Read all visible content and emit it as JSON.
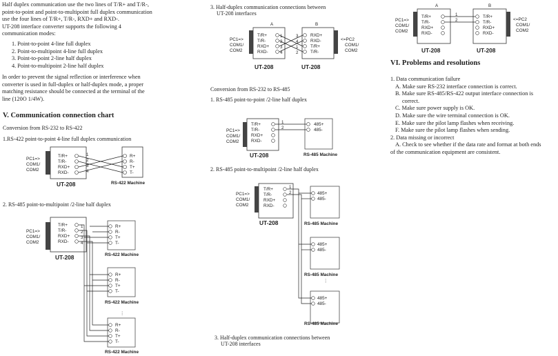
{
  "col1": {
    "intro": [
      "Half duplex communication use the two lines of T/R+ and T/R-,",
      "point-to-point and point-to-multipoint full duplex communication",
      "use the four lines of T/R+, T/R-, RXD+ and RXD-.",
      "UT-208 interface converter supports the following 4",
      "communication modes:"
    ],
    "modes": [
      "1. Point-to-point 4-line full duplex",
      "2. Point-to-multipoint 4-line full duplex",
      "3. Point-to-point 2-line half duplex",
      "4. Point-to-multipoint 2-line half duplex"
    ],
    "note": [
      "In order to prevent the signal reflection or interference when",
      "converter is used in full-duplex or half-duplex mode, a proper",
      "matching resistance should be connected at the terminal of the",
      "line (120O 1/4W)."
    ],
    "section_title": "V. Communication connection chart",
    "conv_title": "Conversion from RS-232 to RS-422",
    "cap1": "1.RS-422 point-to-point 4-line full duplex communication",
    "cap2": "2. RS-485 point-to-multipoint /2-line half duplex"
  },
  "col2": {
    "cap3": "3.  Half-duplex communication connections between",
    "cap3b": "UT-208 interfaces",
    "conv_title": "Conversion from RS-232 to RS-485",
    "cap_a": "1. RS-485 point-to-point /2-line half duplex",
    "cap_b": "2. RS-485 point-to-multipoint /2-line half duplex",
    "cap_c": "3.  Half-duplex communication connections between",
    "cap_cb": "UT-208 interfaces"
  },
  "col3": {
    "section_title": "VI. Problems and resolutions",
    "lines": [
      "1. Data communication failure",
      "A. Make sure RS-232 interface connection is correct.",
      "B. Make sure RS-485/RS-422 output interface connection is",
      "correct.",
      "C. Make sure power supply is OK.",
      "D. Make sure the wire terminal connection is OK.",
      "E.  Make sure the pilot lamp flashes when receiving.",
      "F. Make sure the pilot lamp flashes when sending.",
      "2. Data missing or incorrect",
      "A. Check to see whether if the data rate and format at both ends",
      "of the communication equipment are consistent."
    ]
  },
  "diagram": {
    "pc_label": [
      "PC1=>",
      "COM1/",
      "COM2"
    ],
    "pc2_label": [
      "<=PC2",
      "COM1/",
      "COM2"
    ],
    "pins4": [
      "T/R+",
      "T/R-",
      "RXD+",
      "RXD-"
    ],
    "pins2": [
      "T/R+",
      "T/R-",
      "RXD+",
      "RXD-"
    ],
    "pins_b": [
      "RXD+",
      "RXD-",
      "T/R+",
      "T/R-"
    ],
    "rs422_pins": [
      "R+",
      "R-",
      "T+",
      "T-"
    ],
    "rs485_pins": [
      "485+",
      "485-"
    ],
    "nums": [
      "1",
      "2",
      "3",
      "4"
    ],
    "device": "UT-208",
    "rs422_machine": "RS-422 Machine",
    "rs485_machine": "RS-485 Machine",
    "label_a": "A",
    "label_b": "B",
    "ellipsis": "⋮"
  }
}
